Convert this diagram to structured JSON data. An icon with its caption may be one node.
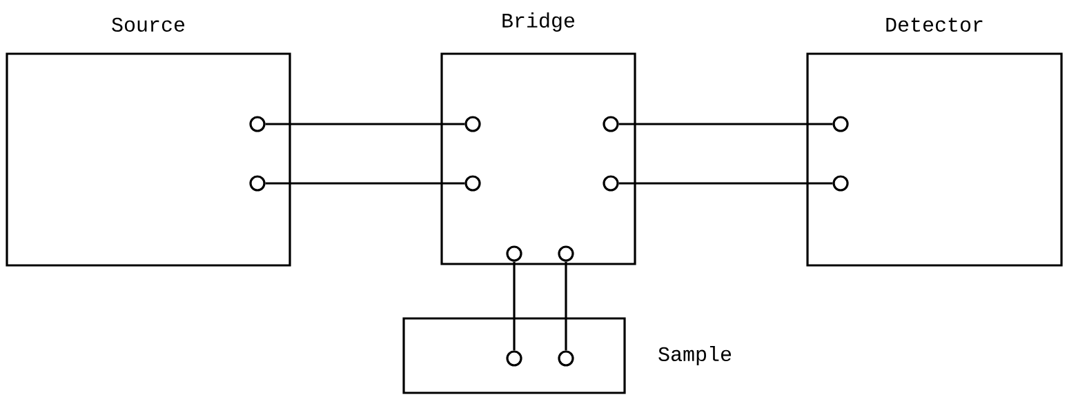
{
  "diagram": {
    "nodes": [
      {
        "text": [
          "Source"
        ]
      },
      {
        "text": [
          "Bridge"
        ]
      },
      {
        "text": [
          "Detector"
        ]
      },
      {
        "text": [],
        "shape": "box",
        "beside": [
          "Sample"
        ]
      },
      {
        "text": [],
        "shape": "circle",
        "in": 0
      },
      {
        "text": [],
        "shape": "circle",
        "in": 0
      },
      {
        "text": [],
        "shape": "circle",
        "in": 1
      },
      {
        "text": [],
        "shape": "circle",
        "in": 1
      },
      {
        "text": [],
        "shape": "circle",
        "in": 1
      },
      {
        "text": [],
        "shape": "circle",
        "in": 1
      },
      {
        "text": [],
        "shape": "circle",
        "in": 1
      },
      {
        "text": [],
        "shape": "circle",
        "in": 1
      },
      {
        "text": [],
        "shape": "circle",
        "in": 2
      },
      {
        "text": [],
        "shape": "circle",
        "in": 2
      },
      {
        "text": [],
        "shape": "circle",
        "in": 3
      },
      {
        "text": [],
        "shape": "circle",
        "in": 3
      }
    ],
    "edges": [
      {
        "from": 4,
        "to": 6,
        "arrow": "none"
      },
      {
        "from": 5,
        "to": 7,
        "arrow": "none"
      },
      {
        "from": 8,
        "to": 12,
        "arrow": "none"
      },
      {
        "from": 9,
        "to": 13,
        "arrow": "none"
      },
      {
        "from": 10,
        "to": 14,
        "arrow": "none"
      },
      {
        "from": 11,
        "to": 15,
        "arrow": "none"
      }
    ]
  }
}
